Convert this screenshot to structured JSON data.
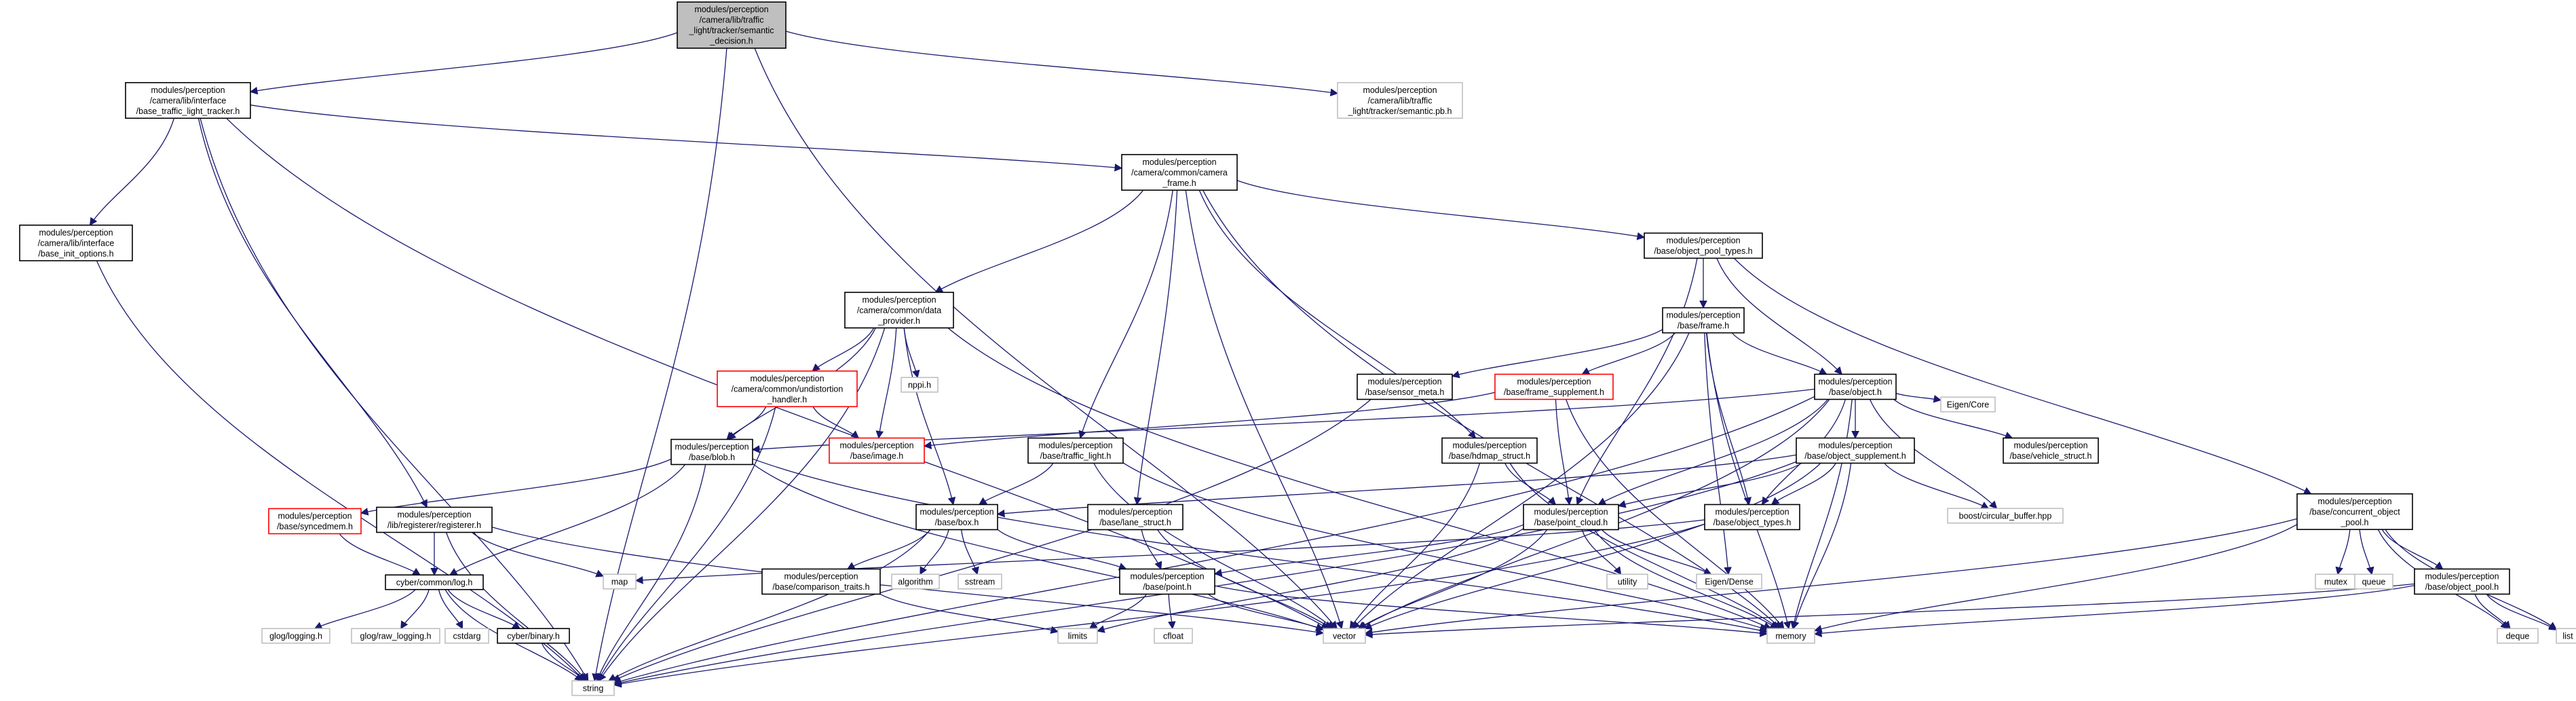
{
  "colors": {
    "edge": "#191970",
    "node_border": "#000000",
    "root_fill": "#bfbfbf",
    "undocumented_border": "#bfbfbf",
    "truncated_border": "#ff0000",
    "text": "#000000",
    "background": "#ffffff"
  },
  "nodes": [
    {
      "id": "semantic_decision",
      "lines": [
        "modules/perception",
        "/camera/lib/traffic",
        "_light/tracker/semantic",
        "_decision.h"
      ],
      "style": "root"
    },
    {
      "id": "base_tl_tracker",
      "lines": [
        "modules/perception",
        "/camera/lib/interface",
        "/base_traffic_light_tracker.h"
      ],
      "style": "normal"
    },
    {
      "id": "semantic_pb",
      "lines": [
        "modules/perception",
        "/camera/lib/traffic",
        "_light/tracker/semantic.pb.h"
      ],
      "style": "undocumented"
    },
    {
      "id": "base_init_options",
      "lines": [
        "modules/perception",
        "/camera/lib/interface",
        "/base_init_options.h"
      ],
      "style": "normal"
    },
    {
      "id": "camera_frame",
      "lines": [
        "modules/perception",
        "/camera/common/camera",
        "_frame.h"
      ],
      "style": "normal"
    },
    {
      "id": "object_pool_types",
      "lines": [
        "modules/perception",
        "/base/object_pool_types.h"
      ],
      "style": "normal"
    },
    {
      "id": "data_provider",
      "lines": [
        "modules/perception",
        "/camera/common/data",
        "_provider.h"
      ],
      "style": "normal"
    },
    {
      "id": "frame",
      "lines": [
        "modules/perception",
        "/base/frame.h"
      ],
      "style": "normal"
    },
    {
      "id": "undistortion",
      "lines": [
        "modules/perception",
        "/camera/common/undistortion",
        "_handler.h"
      ],
      "style": "truncated"
    },
    {
      "id": "nppi",
      "lines": [
        "nppi.h"
      ],
      "style": "undocumented"
    },
    {
      "id": "sensor_meta",
      "lines": [
        "modules/perception",
        "/base/sensor_meta.h"
      ],
      "style": "normal"
    },
    {
      "id": "frame_supplement",
      "lines": [
        "modules/perception",
        "/base/frame_supplement.h"
      ],
      "style": "truncated"
    },
    {
      "id": "object",
      "lines": [
        "modules/perception",
        "/base/object.h"
      ],
      "style": "normal"
    },
    {
      "id": "image",
      "lines": [
        "modules/perception",
        "/base/image.h"
      ],
      "style": "truncated"
    },
    {
      "id": "blob",
      "lines": [
        "modules/perception",
        "/base/blob.h"
      ],
      "style": "normal"
    },
    {
      "id": "traffic_light",
      "lines": [
        "modules/perception",
        "/base/traffic_light.h"
      ],
      "style": "normal"
    },
    {
      "id": "hdmap_struct",
      "lines": [
        "modules/perception",
        "/base/hdmap_struct.h"
      ],
      "style": "normal"
    },
    {
      "id": "eigen_core",
      "lines": [
        "Eigen/Core"
      ],
      "style": "undocumented"
    },
    {
      "id": "vehicle_struct",
      "lines": [
        "modules/perception",
        "/base/vehicle_struct.h"
      ],
      "style": "normal"
    },
    {
      "id": "object_supplement",
      "lines": [
        "modules/perception",
        "/base/object_supplement.h"
      ],
      "style": "normal"
    },
    {
      "id": "boost_cb",
      "lines": [
        "boost/circular_buffer.hpp"
      ],
      "style": "undocumented"
    },
    {
      "id": "syncedmem",
      "lines": [
        "modules/perception",
        "/base/syncedmem.h"
      ],
      "style": "truncated"
    },
    {
      "id": "registerer",
      "lines": [
        "modules/perception",
        "/lib/registerer/registerer.h"
      ],
      "style": "normal"
    },
    {
      "id": "box",
      "lines": [
        "modules/perception",
        "/base/box.h"
      ],
      "style": "normal"
    },
    {
      "id": "lane_struct",
      "lines": [
        "modules/perception",
        "/base/lane_struct.h"
      ],
      "style": "normal"
    },
    {
      "id": "point_cloud",
      "lines": [
        "modules/perception",
        "/base/point_cloud.h"
      ],
      "style": "normal"
    },
    {
      "id": "object_types",
      "lines": [
        "modules/perception",
        "/base/object_types.h"
      ],
      "style": "normal"
    },
    {
      "id": "concurrent_pool",
      "lines": [
        "modules/perception",
        "/base/concurrent_object",
        "_pool.h"
      ],
      "style": "normal"
    },
    {
      "id": "map",
      "lines": [
        "map"
      ],
      "style": "undocumented"
    },
    {
      "id": "log",
      "lines": [
        "cyber/common/log.h"
      ],
      "style": "normal"
    },
    {
      "id": "algorithm",
      "lines": [
        "algorithm"
      ],
      "style": "undocumented"
    },
    {
      "id": "sstream",
      "lines": [
        "sstream"
      ],
      "style": "undocumented"
    },
    {
      "id": "comparison_traits",
      "lines": [
        "modules/perception",
        "/base/comparison_traits.h"
      ],
      "style": "normal"
    },
    {
      "id": "point",
      "lines": [
        "modules/perception",
        "/base/point.h"
      ],
      "style": "normal"
    },
    {
      "id": "utility",
      "lines": [
        "utility"
      ],
      "style": "undocumented"
    },
    {
      "id": "eigen_dense",
      "lines": [
        "Eigen/Dense"
      ],
      "style": "undocumented"
    },
    {
      "id": "mutex",
      "lines": [
        "mutex"
      ],
      "style": "undocumented"
    },
    {
      "id": "queue",
      "lines": [
        "queue"
      ],
      "style": "undocumented"
    },
    {
      "id": "object_pool",
      "lines": [
        "modules/perception",
        "/base/object_pool.h"
      ],
      "style": "normal"
    },
    {
      "id": "glog_logging",
      "lines": [
        "glog/logging.h"
      ],
      "style": "undocumented"
    },
    {
      "id": "glog_raw",
      "lines": [
        "glog/raw_logging.h"
      ],
      "style": "undocumented"
    },
    {
      "id": "cstdarg",
      "lines": [
        "cstdarg"
      ],
      "style": "undocumented"
    },
    {
      "id": "binary",
      "lines": [
        "cyber/binary.h"
      ],
      "style": "normal"
    },
    {
      "id": "limits",
      "lines": [
        "limits"
      ],
      "style": "undocumented"
    },
    {
      "id": "cfloat",
      "lines": [
        "cfloat"
      ],
      "style": "undocumented"
    },
    {
      "id": "vector",
      "lines": [
        "vector"
      ],
      "style": "undocumented"
    },
    {
      "id": "memory",
      "lines": [
        "memory"
      ],
      "style": "undocumented"
    },
    {
      "id": "deque",
      "lines": [
        "deque"
      ],
      "style": "undocumented"
    },
    {
      "id": "list",
      "lines": [
        "list"
      ],
      "style": "undocumented"
    },
    {
      "id": "string",
      "lines": [
        "string"
      ],
      "style": "undocumented"
    }
  ],
  "edges": [
    [
      "semantic_decision",
      "base_tl_tracker"
    ],
    [
      "semantic_decision",
      "semantic_pb"
    ],
    [
      "semantic_decision",
      "vector"
    ],
    [
      "semantic_decision",
      "string"
    ],
    [
      "base_tl_tracker",
      "base_init_options"
    ],
    [
      "base_tl_tracker",
      "camera_frame"
    ],
    [
      "base_tl_tracker",
      "registerer"
    ],
    [
      "base_tl_tracker",
      "string"
    ],
    [
      "base_tl_tracker",
      "vector"
    ],
    [
      "base_init_options",
      "string"
    ],
    [
      "camera_frame",
      "object_pool_types"
    ],
    [
      "camera_frame",
      "data_provider"
    ],
    [
      "camera_frame",
      "traffic_light"
    ],
    [
      "camera_frame",
      "lane_struct"
    ],
    [
      "camera_frame",
      "hdmap_struct"
    ],
    [
      "camera_frame",
      "vector"
    ],
    [
      "camera_frame",
      "memory"
    ],
    [
      "object_pool_types",
      "frame"
    ],
    [
      "object_pool_types",
      "object"
    ],
    [
      "object_pool_types",
      "point_cloud"
    ],
    [
      "object_pool_types",
      "concurrent_pool"
    ],
    [
      "data_provider",
      "undistortion"
    ],
    [
      "data_provider",
      "nppi"
    ],
    [
      "data_provider",
      "image"
    ],
    [
      "data_provider",
      "blob"
    ],
    [
      "data_provider",
      "box"
    ],
    [
      "data_provider",
      "string"
    ],
    [
      "data_provider",
      "memory"
    ],
    [
      "frame",
      "sensor_meta"
    ],
    [
      "frame",
      "frame_supplement"
    ],
    [
      "frame",
      "object"
    ],
    [
      "frame",
      "object_types"
    ],
    [
      "frame",
      "eigen_dense"
    ],
    [
      "frame",
      "vector"
    ],
    [
      "frame",
      "memory"
    ],
    [
      "undistortion",
      "blob"
    ],
    [
      "undistortion",
      "image"
    ],
    [
      "undistortion",
      "string"
    ],
    [
      "sensor_meta",
      "string"
    ],
    [
      "frame_supplement",
      "image"
    ],
    [
      "frame_supplement",
      "point_cloud"
    ],
    [
      "frame_supplement",
      "memory"
    ],
    [
      "object",
      "eigen_core"
    ],
    [
      "object",
      "vehicle_struct"
    ],
    [
      "object",
      "object_supplement"
    ],
    [
      "object",
      "boost_cb"
    ],
    [
      "object",
      "object_types"
    ],
    [
      "object",
      "point_cloud"
    ],
    [
      "object",
      "blob"
    ],
    [
      "object",
      "string"
    ],
    [
      "object",
      "vector"
    ],
    [
      "object",
      "memory"
    ],
    [
      "blob",
      "syncedmem"
    ],
    [
      "blob",
      "log"
    ],
    [
      "blob",
      "string"
    ],
    [
      "blob",
      "vector"
    ],
    [
      "blob",
      "memory"
    ],
    [
      "traffic_light",
      "box"
    ],
    [
      "traffic_light",
      "vector"
    ],
    [
      "traffic_light",
      "memory"
    ],
    [
      "hdmap_struct",
      "point_cloud"
    ],
    [
      "hdmap_struct",
      "vector"
    ],
    [
      "hdmap_struct",
      "memory"
    ],
    [
      "object_supplement",
      "box"
    ],
    [
      "object_supplement",
      "point_cloud"
    ],
    [
      "object_supplement",
      "object_types"
    ],
    [
      "object_supplement",
      "boost_cb"
    ],
    [
      "object_supplement",
      "vector"
    ],
    [
      "object_supplement",
      "memory"
    ],
    [
      "object_supplement",
      "string"
    ],
    [
      "syncedmem",
      "log"
    ],
    [
      "registerer",
      "log"
    ],
    [
      "registerer",
      "map"
    ],
    [
      "registerer",
      "string"
    ],
    [
      "registerer",
      "vector"
    ],
    [
      "box",
      "comparison_traits"
    ],
    [
      "box",
      "point"
    ],
    [
      "box",
      "algorithm"
    ],
    [
      "box",
      "sstream"
    ],
    [
      "box",
      "string"
    ],
    [
      "lane_struct",
      "point"
    ],
    [
      "lane_struct",
      "vector"
    ],
    [
      "point_cloud",
      "point"
    ],
    [
      "point_cloud",
      "eigen_dense"
    ],
    [
      "point_cloud",
      "utility"
    ],
    [
      "point_cloud",
      "vector"
    ],
    [
      "point_cloud",
      "memory"
    ],
    [
      "point_cloud",
      "limits"
    ],
    [
      "object_types",
      "map"
    ],
    [
      "object_types",
      "string"
    ],
    [
      "concurrent_pool",
      "mutex"
    ],
    [
      "concurrent_pool",
      "queue"
    ],
    [
      "concurrent_pool",
      "object_pool"
    ],
    [
      "concurrent_pool",
      "deque"
    ],
    [
      "concurrent_pool",
      "list"
    ],
    [
      "concurrent_pool",
      "vector"
    ],
    [
      "concurrent_pool",
      "memory"
    ],
    [
      "log",
      "glog_logging"
    ],
    [
      "log",
      "glog_raw"
    ],
    [
      "log",
      "cstdarg"
    ],
    [
      "log",
      "binary"
    ],
    [
      "log",
      "string"
    ],
    [
      "comparison_traits",
      "limits"
    ],
    [
      "point",
      "cfloat"
    ],
    [
      "point",
      "limits"
    ],
    [
      "point",
      "vector"
    ],
    [
      "point",
      "memory"
    ],
    [
      "object_pool",
      "deque"
    ],
    [
      "object_pool",
      "list"
    ],
    [
      "object_pool",
      "vector"
    ],
    [
      "object_pool",
      "memory"
    ],
    [
      "binary",
      "string"
    ]
  ]
}
